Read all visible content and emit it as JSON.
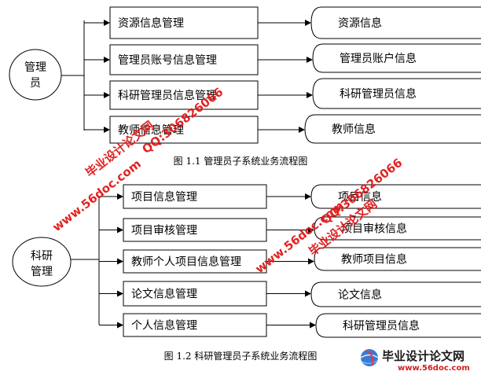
{
  "diagram1": {
    "actor": "管理员",
    "processes": [
      "资源信息管理",
      "管理员账号信息管理",
      "科研管理员信息管理",
      "教师信息管理"
    ],
    "stores": [
      "资源信息",
      "管理员账户信息",
      "科研管理员信息",
      "教师信息"
    ],
    "caption": "图 1.1  管理员子系统业务流程图"
  },
  "diagram2": {
    "actor_line1": "科研",
    "actor_line2": "管理",
    "processes": [
      "项目信息管理",
      "项目审核管理",
      "教师个人项目信息管理",
      "论文信息管理",
      "个人信息管理"
    ],
    "stores": [
      "项目信息",
      "项目审核信息",
      "教师项目信息",
      "论文信息",
      "科研管理员信息"
    ],
    "caption": "图 1.2  科研管理员子系统业务流程图"
  },
  "watermarks": {
    "site_cn": "毕业设计论文网",
    "qq": "QQ:306826066",
    "url": "www.56doc.com",
    "footer_cn": "毕业设计论文网",
    "footer_url": "www.56doc.com"
  },
  "colors": {
    "line": "#000000",
    "watermark_red": "#e01818",
    "footer_text": "#1a1a1a"
  }
}
